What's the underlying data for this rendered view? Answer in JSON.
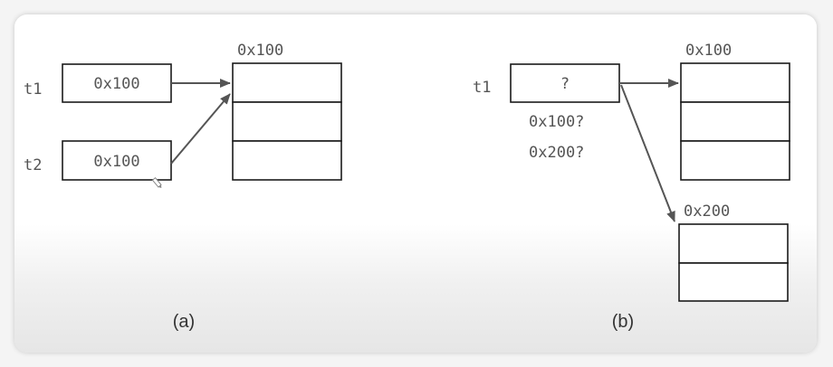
{
  "panel_a": {
    "caption": "(a)",
    "vars": [
      {
        "name": "t1",
        "value": "0x100"
      },
      {
        "name": "t2",
        "value": "0x100"
      }
    ],
    "object": {
      "address": "0x100",
      "cells": 3
    }
  },
  "panel_b": {
    "caption": "(b)",
    "var": {
      "name": "t1",
      "value": "?"
    },
    "candidates": [
      "0x100?",
      "0x200?"
    ],
    "objects": [
      {
        "address": "0x100",
        "cells": 3
      },
      {
        "address": "0x200",
        "cells": 2
      }
    ]
  },
  "colors": {
    "arrow": "#555555",
    "box_border": "#1a1a1a",
    "text": "#555555"
  }
}
